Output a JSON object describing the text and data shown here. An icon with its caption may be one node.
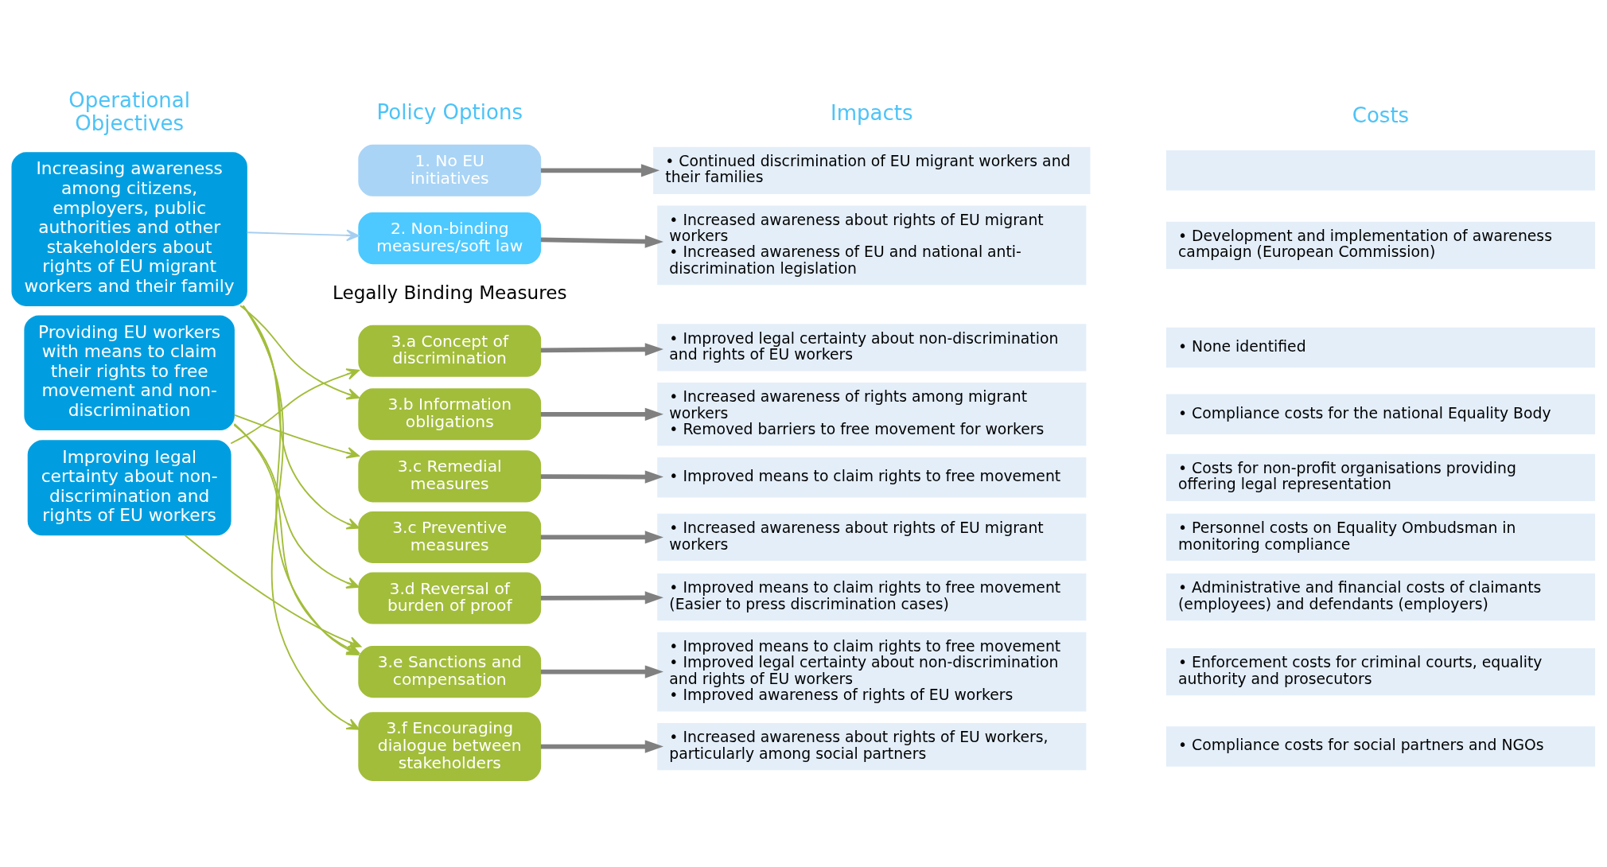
{
  "diagram": {
    "nodes": [
      {
        "text": [
          "Increasing awareness among citizens, employers, public authorities and other stakeholders about rights of EU migrant workers and their family"
        ]
      },
      {
        "text": [
          "Providing EU workers with means to claim their rights to free movement and non-discrimination"
        ]
      },
      {
        "text": [
          "Improving legal certainty about non-discrimination and rights of EU workers"
        ]
      },
      {
        "text": [
          "1. No EU initiatives"
        ]
      },
      {
        "text": [
          "2. Non-binding measures/soft law"
        ]
      },
      {
        "text": [
          "3.a Concept of discrimination"
        ]
      },
      {
        "text": [
          "3.b Information obligations"
        ]
      },
      {
        "text": [
          "3.c Remedial measures"
        ]
      },
      {
        "text": [
          "3.c Preventive measures"
        ]
      },
      {
        "text": [
          "3.d Reversal of burden of proof"
        ]
      },
      {
        "text": [
          "3.e Sanctions and compensation"
        ]
      },
      {
        "text": [
          "3.f Encouraging dialogue between stakeholders"
        ]
      },
      {
        "text": [
          "• Continued discrimination of EU migrant workers and their families"
        ]
      },
      {
        "text": [
          "• Increased awareness about rights of EU migrant workers",
          "• Increased awareness of EU and national anti-discrimination legislation"
        ]
      },
      {
        "text": [
          "• Improved legal certainty about non-discrimination and rights of EU workers"
        ]
      },
      {
        "text": [
          "• Increased awareness of rights among migrant workers",
          "• Removed barriers to free movement for workers"
        ]
      },
      {
        "text": [
          "• Improved means to claim rights to free movement"
        ]
      },
      {
        "text": [
          "• Increased awareness about rights of EU migrant workers"
        ]
      },
      {
        "text": [
          "• Improved means to claim rights to free movement (Easier to press discrimination cases)"
        ]
      },
      {
        "text": [
          "• Improved means to claim rights to free movement",
          "• Improved legal certainty about non-discrimination and rights of EU workers",
          "• Improved awareness of rights of EU workers"
        ]
      },
      {
        "text": [
          "• Increased awareness about rights of EU workers, particularly among social partners"
        ]
      },
      {
        "text": [],
        "shape": "box"
      },
      {
        "text": [
          "• Development and implementation of awareness campaign (European Commission)"
        ]
      },
      {
        "text": [
          "• None identified"
        ]
      },
      {
        "text": [
          "• Compliance costs for the national Equality Body"
        ]
      },
      {
        "text": [
          "• Costs for non-profit organisations providing offering legal representation"
        ]
      },
      {
        "text": [
          "• Personnel costs on Equality Ombudsman in monitoring compliance"
        ]
      },
      {
        "text": [
          "• Administrative and financial costs of claimants (employees) and defendants (employers)"
        ]
      },
      {
        "text": [
          "• Enforcement costs for criminal courts, equality authority and prosecutors"
        ]
      },
      {
        "text": [
          "• Compliance costs for social partners and NGOs"
        ]
      }
    ],
    "edges": [
      {
        "from": 0,
        "to": 4,
        "arrow": "to",
        "color": "#a6cef0"
      },
      {
        "from": 0,
        "to": 6,
        "arrow": "to"
      },
      {
        "from": 0,
        "to": 8,
        "arrow": "to"
      },
      {
        "from": 0,
        "to": 10,
        "arrow": "to"
      },
      {
        "from": 0,
        "to": 11,
        "arrow": "to"
      },
      {
        "from": 1,
        "to": 7,
        "arrow": "to"
      },
      {
        "from": 1,
        "to": 9,
        "arrow": "to"
      },
      {
        "from": 1,
        "to": 10,
        "arrow": "to"
      },
      {
        "from": 2,
        "to": 5,
        "arrow": "to"
      },
      {
        "from": 2,
        "to": 10,
        "arrow": "to"
      },
      {
        "from": 3,
        "to": 12,
        "arrow": "to",
        "style": "thick",
        "color": "#808080"
      },
      {
        "from": 4,
        "to": 13,
        "arrow": "to",
        "style": "thick",
        "color": "#808080"
      },
      {
        "from": 5,
        "to": 14,
        "arrow": "to",
        "style": "thick",
        "color": "#808080"
      },
      {
        "from": 6,
        "to": 15,
        "arrow": "to",
        "style": "thick",
        "color": "#808080"
      },
      {
        "from": 7,
        "to": 16,
        "arrow": "to",
        "style": "thick",
        "color": "#808080"
      },
      {
        "from": 8,
        "to": 17,
        "arrow": "to",
        "style": "thick",
        "color": "#808080"
      },
      {
        "from": 9,
        "to": 18,
        "arrow": "to",
        "style": "thick",
        "color": "#808080"
      },
      {
        "from": 10,
        "to": 19,
        "arrow": "to",
        "style": "thick",
        "color": "#808080"
      },
      {
        "from": 11,
        "to": 20,
        "arrow": "to",
        "style": "thick",
        "color": "#808080"
      }
    ],
    "labels": [
      "Operational Objectives",
      "Policy Options",
      "Impacts",
      "Costs",
      "Legally Binding Measures"
    ]
  }
}
